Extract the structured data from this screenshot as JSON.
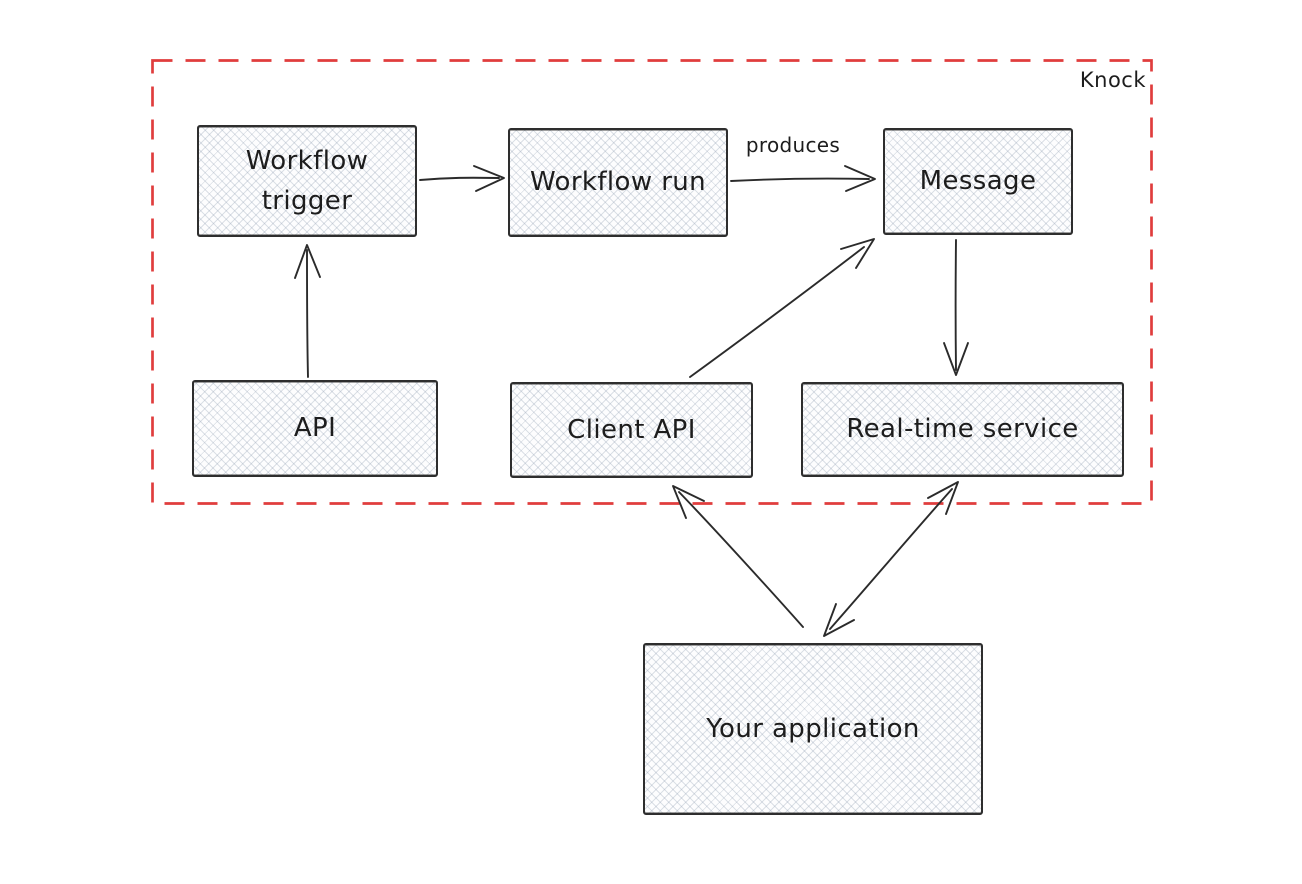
{
  "diagram": {
    "type": "flow-diagram",
    "container_label": "Knock",
    "nodes": {
      "workflow_trigger": {
        "label": "Workflow trigger"
      },
      "workflow_run": {
        "label": "Workflow run"
      },
      "message": {
        "label": "Message"
      },
      "api": {
        "label": "API"
      },
      "client_api": {
        "label": "Client API"
      },
      "real_time_service": {
        "label": "Real-time service"
      },
      "your_application": {
        "label": "Your application"
      }
    },
    "edges": [
      {
        "from": "workflow_trigger",
        "to": "workflow_run",
        "label": ""
      },
      {
        "from": "workflow_run",
        "to": "message",
        "label": "produces"
      },
      {
        "from": "api",
        "to": "workflow_trigger",
        "label": ""
      },
      {
        "from": "client_api",
        "to": "message",
        "label": ""
      },
      {
        "from": "message",
        "to": "real_time_service",
        "label": ""
      },
      {
        "from": "your_application",
        "to": "client_api",
        "label": ""
      },
      {
        "from": "real_time_service",
        "to": "your_application",
        "label": "",
        "bidirectional": true
      }
    ],
    "colors": {
      "boundary": "#e03d3d",
      "stroke": "#2b2b2b",
      "text": "#1d1d1d",
      "node_fill": "#fdfdfe"
    }
  }
}
